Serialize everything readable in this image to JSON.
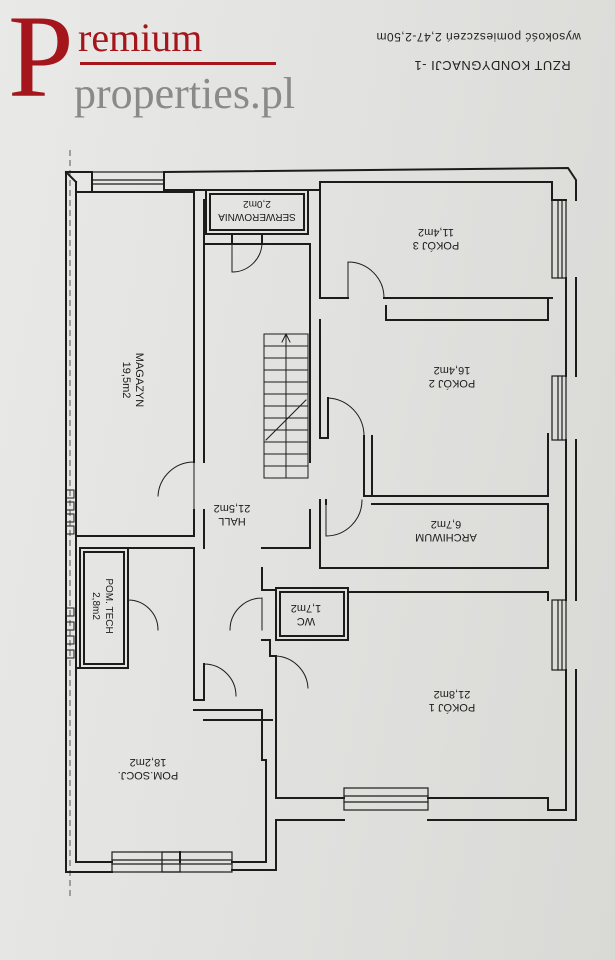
{
  "brand": {
    "initial": "P",
    "word1": "remium",
    "word2": "properties.pl",
    "primary_color": "#a4161c",
    "secondary_color": "#8a8a8a"
  },
  "headings": {
    "level": "RZUT KONDYGNACJI -1",
    "height": "wysokość pomieszczeń 2,47-2,50m"
  },
  "rooms": [
    {
      "id": "serwerownia",
      "name": "SERWEROWNIA",
      "area": "2,0m2"
    },
    {
      "id": "pokoj-3",
      "name": "POKÓJ 3",
      "area": "11,4m2"
    },
    {
      "id": "magazyn",
      "name": "MAGAZYN",
      "area": "19,5m2"
    },
    {
      "id": "pokoj-2",
      "name": "POKÓJ 2",
      "area": "16,4m2"
    },
    {
      "id": "hall",
      "name": "HALL",
      "area": "21,5m2"
    },
    {
      "id": "archiwum",
      "name": "ARCHIWUM",
      "area": "6,7m2"
    },
    {
      "id": "pom-tech",
      "name": "POM. TECH",
      "area": "2,8m2"
    },
    {
      "id": "wc",
      "name": "WC",
      "area": "1,7m2"
    },
    {
      "id": "pokoj-1",
      "name": "POKÓJ 1",
      "area": "21,8m2"
    },
    {
      "id": "pom-socj",
      "name": "POM.SOCJ.",
      "area": "18,2m2"
    }
  ]
}
